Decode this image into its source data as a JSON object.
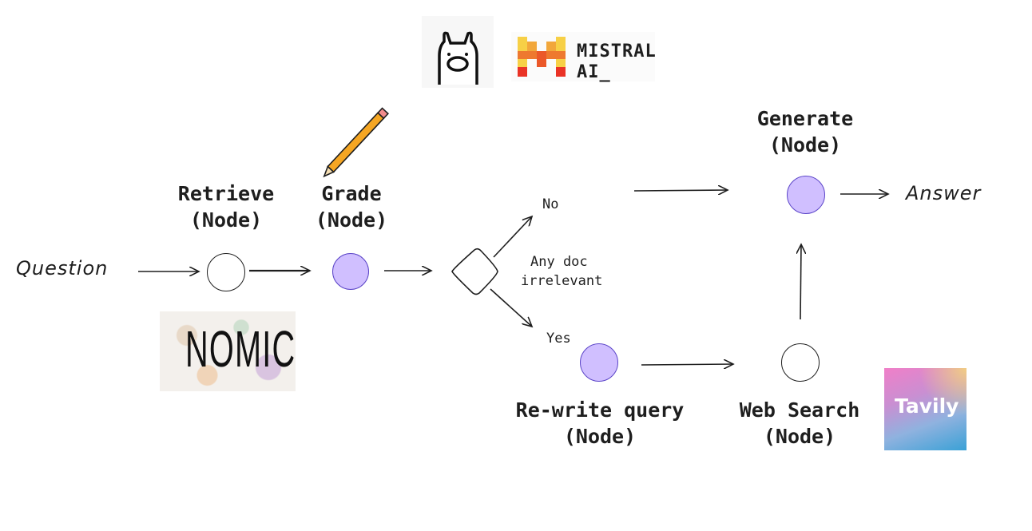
{
  "input": {
    "label": "Question"
  },
  "output": {
    "label": "Answer"
  },
  "nodes": {
    "retrieve": {
      "name": "Retrieve",
      "sub": "(Node)"
    },
    "grade": {
      "name": "Grade",
      "sub": "(Node)"
    },
    "generate": {
      "name": "Generate",
      "sub": "(Node)"
    },
    "rewrite": {
      "name": "Re-write query",
      "sub": "(Node)"
    },
    "websearch": {
      "name": "Web Search",
      "sub": "(Node)"
    }
  },
  "decision": {
    "question_line1": "Any doc",
    "question_line2": "irrelevant",
    "no_label": "No",
    "yes_label": "Yes"
  },
  "logos": {
    "mistral_line1": "MISTRAL",
    "mistral_line2": "AI_",
    "nomic": "NOMIC",
    "tavily": "Tavily",
    "ollama": "ollama-llama-icon"
  },
  "colors": {
    "filled_node": "#d0bfff",
    "filled_node_stroke": "#5b45c8",
    "stroke": "#1e1e1e"
  }
}
